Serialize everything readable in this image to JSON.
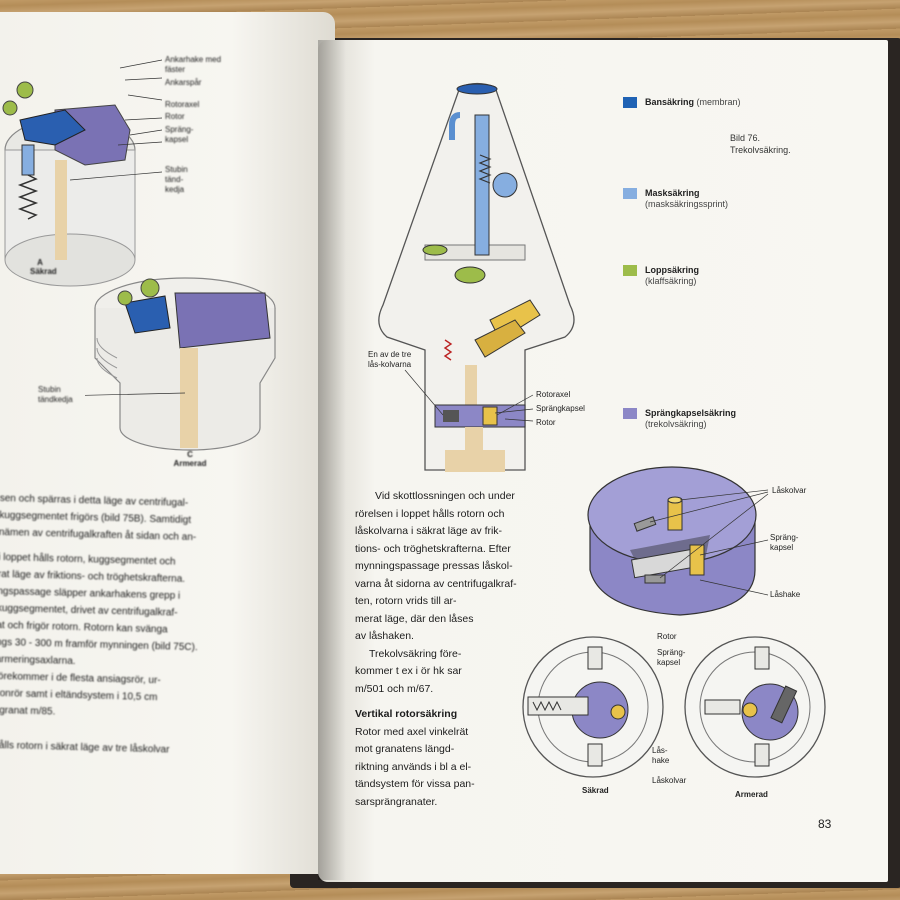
{
  "left_page": {
    "labels": {
      "ankarhake": "Ankarhake med fäster",
      "ankarspar": "Ankarspår",
      "rotoraxel": "Rotoraxel",
      "rotor": "Rotor",
      "sprang": "Spräng-kapsel",
      "stubin": "Stubin tänd-kedja",
      "stubin2": "Stubin tändkedja"
    },
    "fig_a": "A Säkrad",
    "fig_c": "C Armerad",
    "paragraphs": [
      "sen och spärras i detta läge av centrifugal-",
      "kuggsegmentet frigörs (bild 75B). Samtidigt",
      "nämen av centrifugalkraften åt sidan och an-",
      "",
      "i loppet hålls rotorn, kuggsegmentet och",
      "rat läge av friktions- och tröghetskrafterna.",
      "ngspassage släpper ankarhakens grepp i",
      "kuggsegmentet, drivet av centrifugalkraf-",
      "at och frigör rotorn. Rotorn kan svänga",
      "ngs 30 - 300 m framför mynningen (bild 75C).",
      "armeringsaxlarna.",
      "förekommer i de flesta ansiagsrör, ur-",
      "zonrör samt i eltändsystem i 10,5 cm",
      "sgranat m/85.",
      "",
      "hålls rotorn i säkrat läge av tre låskolvar"
    ]
  },
  "right_page": {
    "legend": [
      {
        "name": "Bansäkring",
        "sub": "(membran)",
        "color": "#1f62b4"
      },
      {
        "name": "Masksäkring",
        "sub": "(masksäkringssprint)",
        "color": "#86aee0"
      },
      {
        "name": "Loppsäkring",
        "sub": "(klaffsäkring)",
        "color": "#9dbc4a"
      },
      {
        "name": "Sprängkapselsäkring",
        "sub": "(trekolvsäkring)",
        "color": "#8c87c6"
      }
    ],
    "caption_line1": "Bild 76.",
    "caption_line2": "Trekolvsäkring.",
    "diagram_labels": {
      "en_av": "En av de tre lås-kolvarna",
      "rotoraxel": "Rotoraxel",
      "sprangkapsel": "Sprängkapsel",
      "rotor": "Rotor",
      "laskolvar": "Låskolvar",
      "sprang2": "Spräng-kapsel",
      "lashake": "Låshake",
      "rotor2": "Rotor",
      "sprang3": "Spräng-kapsel",
      "lashake2": "Lås-hake",
      "laskolvar2": "Låskolvar",
      "sakrad": "Säkrad",
      "armerad": "Armerad"
    },
    "body": [
      "Vid skottlossningen och under",
      "rörelsen i loppet hålls rotorn och",
      "låskolvarna i säkrat läge av frik-",
      "tions- och tröghetskrafterna. Efter",
      "mynningspassage pressas låskol-",
      "varna åt sidorna av centrifugalkraf-",
      "ten, rotorn vrids till ar-",
      "merat läge, där den låses",
      "av låshaken."
    ],
    "body2": [
      "Trekolvsäkring före-",
      "kommer t ex i ör hk sar",
      "m/501 och m/67."
    ],
    "heading": "Vertikal rotorsäkring",
    "body3": [
      "Rotor med axel vinkelrät",
      "mot granatens längd-",
      "riktning används i bl a el-",
      "tändsystem för vissa pan-",
      "sarsprängranater."
    ],
    "page_number": "83"
  }
}
